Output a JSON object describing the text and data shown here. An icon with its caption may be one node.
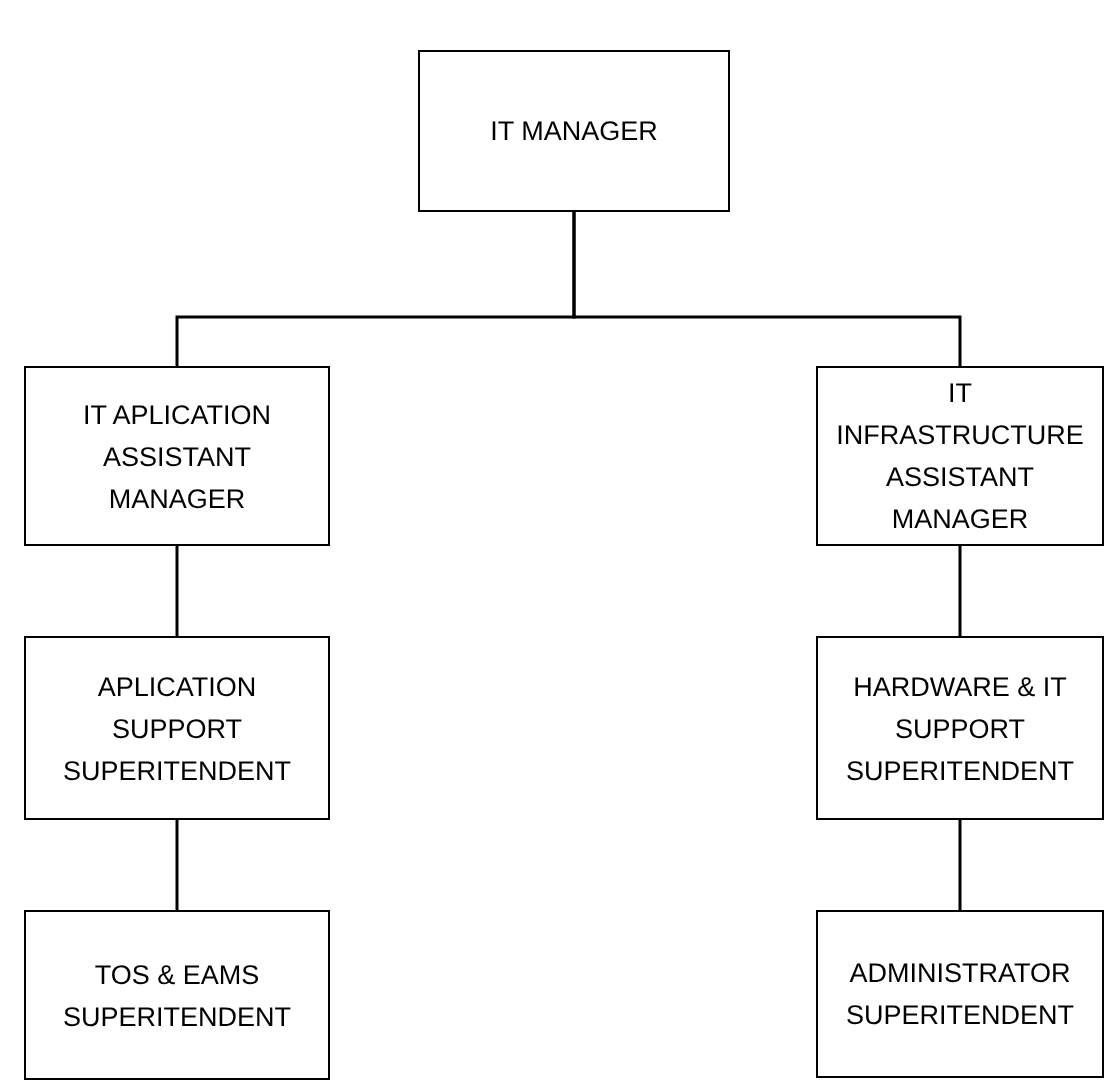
{
  "diagram": {
    "nodes": [
      {
        "text": [
          "IT MANAGER"
        ]
      },
      {
        "text": [
          "IT APLICATION ASSISTANT MANAGER"
        ]
      },
      {
        "text": [
          "APLICATION SUPPORT SUPERITENDENT"
        ]
      },
      {
        "text": [
          "TOS & EAMS SUPERITENDENT"
        ]
      },
      {
        "text": [
          "IT INFRASTRUCTURE ASSISTANT MANAGER"
        ]
      },
      {
        "text": [
          "HARDWARE & IT SUPPORT SUPERITENDENT"
        ]
      },
      {
        "text": [
          "ADMINISTRATOR SUPERITENDENT"
        ]
      }
    ],
    "edges": [
      {
        "from": 0,
        "to": 1,
        "arrow": "none"
      },
      {
        "from": 0,
        "to": 4,
        "arrow": "none"
      },
      {
        "from": 1,
        "to": 2,
        "arrow": "none"
      },
      {
        "from": 2,
        "to": 3,
        "arrow": "none"
      },
      {
        "from": 4,
        "to": 5,
        "arrow": "none"
      },
      {
        "from": 5,
        "to": 6,
        "arrow": "none"
      }
    ]
  }
}
